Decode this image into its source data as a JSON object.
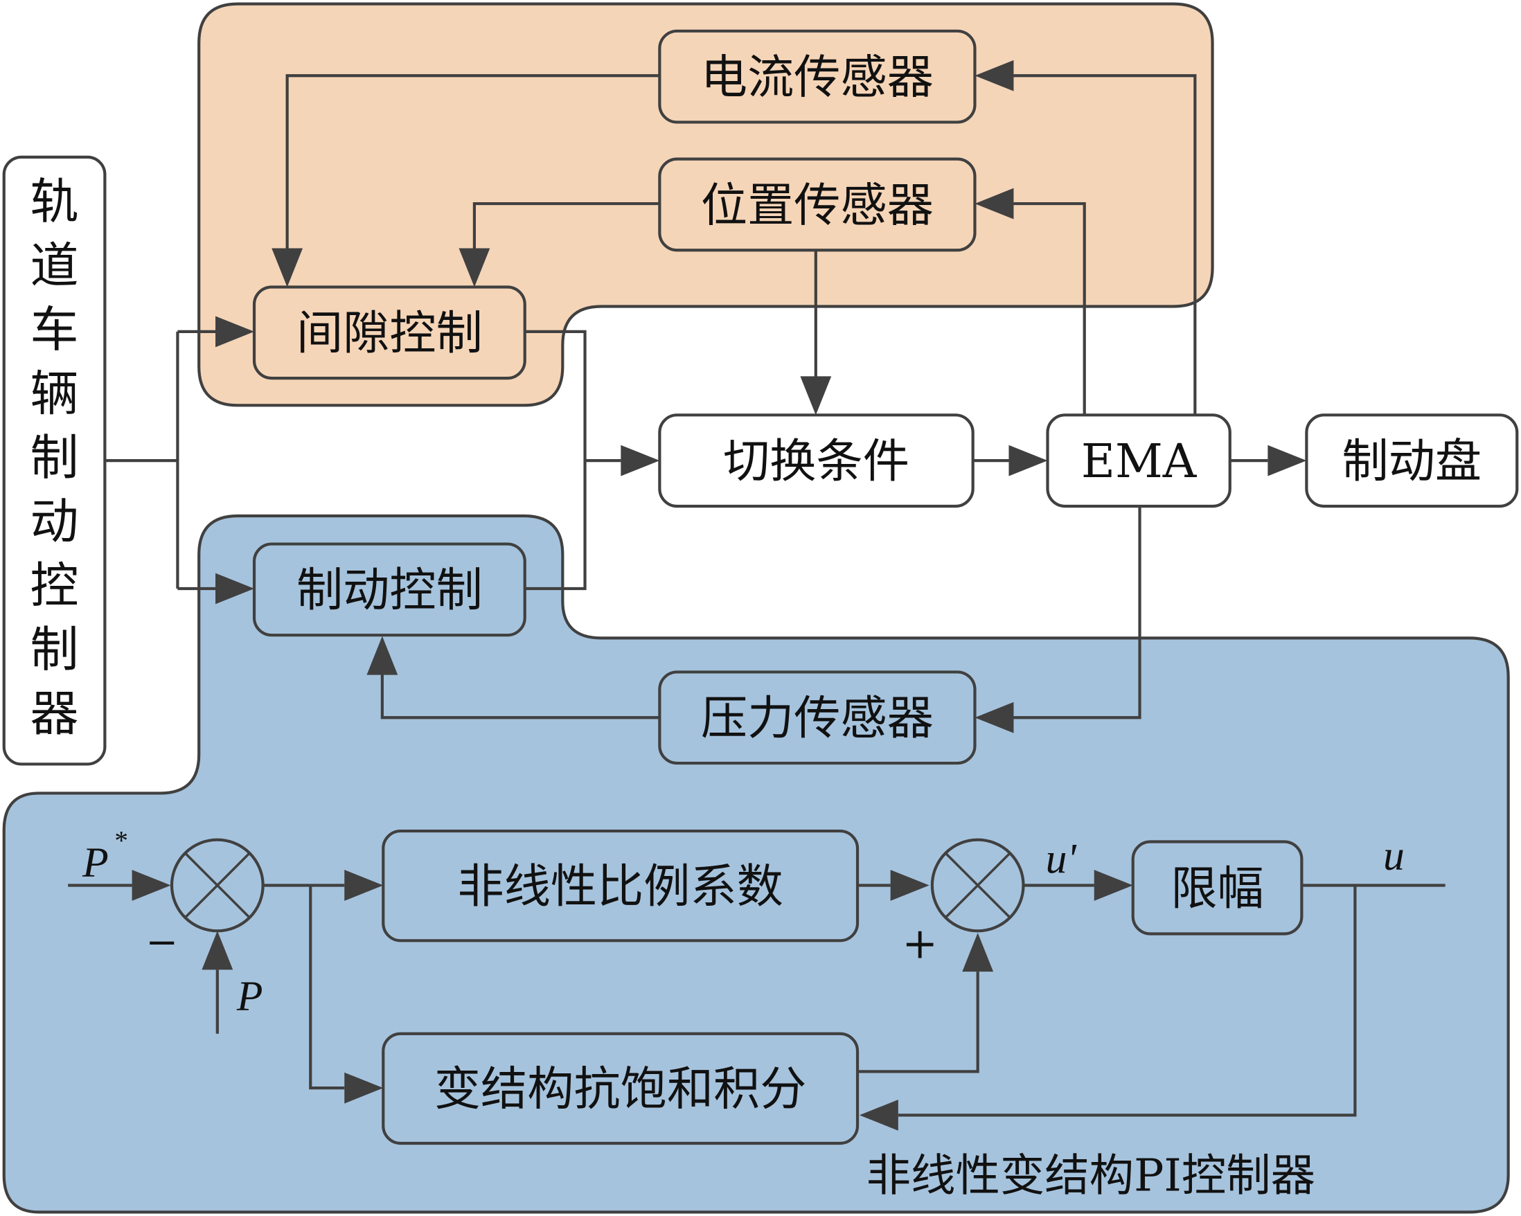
{
  "colors": {
    "orange_group": "#f5d5b8",
    "blue_group": "#a6c3dd",
    "white_box": "#ffffff",
    "line": "#404040"
  },
  "controller": {
    "label": "轨道车辆制动控制器",
    "chars": [
      "轨",
      "道",
      "车",
      "辆",
      "制",
      "动",
      "控",
      "制",
      "器"
    ]
  },
  "blocks": {
    "current_sensor": "电流传感器",
    "position_sensor": "位置传感器",
    "gap_control": "间隙控制",
    "switch_condition": "切换条件",
    "ema": "EMA",
    "brake_disc": "制动盘",
    "brake_control": "制动控制",
    "pressure_sensor": "压力传感器",
    "nonlinear_gain": "非线性比例系数",
    "limiter": "限幅",
    "integral": "变结构抗饱和积分"
  },
  "signals": {
    "p_ref": "P",
    "p_ref_sup": "*",
    "p_fb": "P",
    "minus": "−",
    "plus": "+",
    "u_prime": "u'",
    "u": "u"
  },
  "group_label": "非线性变结构PI控制器"
}
